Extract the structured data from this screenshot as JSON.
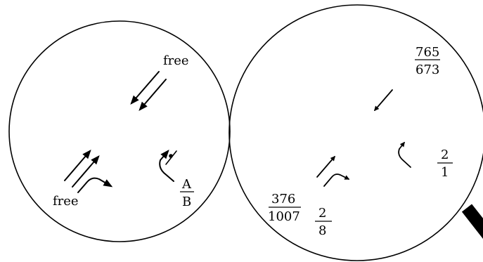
{
  "left_panel": {
    "labels": {
      "free_top": "free",
      "free_bottom": "free"
    },
    "fraction": {
      "numerator": "A",
      "denominator": "B"
    }
  },
  "right_panel": {
    "fractions": {
      "top": {
        "numerator": "765",
        "denominator": "673"
      },
      "bottom_left": {
        "numerator": "376",
        "denominator": "1007"
      },
      "bottom_middle": {
        "numerator": "2",
        "denominator": "8"
      },
      "right": {
        "numerator": "2",
        "denominator": "1"
      }
    }
  },
  "icons": {
    "magnifier_handle": "magnifier-handle-icon"
  }
}
